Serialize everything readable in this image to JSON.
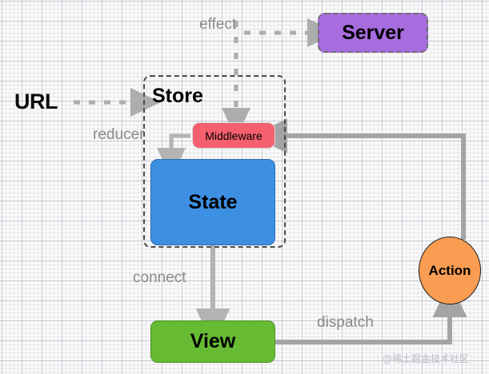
{
  "diagram": {
    "title": "Redux data flow architecture diagram",
    "background": "#fafafa",
    "grid": true,
    "nodes": [
      {
        "id": "url",
        "label": "URL",
        "shape": "text",
        "color": "#0d0d0d"
      },
      {
        "id": "server",
        "label": "Server",
        "shape": "rounded-rect-dashed",
        "color": "#A76CDD"
      },
      {
        "id": "store",
        "label": "Store",
        "shape": "group-dashed",
        "color": "transparent"
      },
      {
        "id": "middleware",
        "label": "Middleware",
        "shape": "rounded-rect",
        "color": "#F4606E"
      },
      {
        "id": "state",
        "label": "State",
        "shape": "rounded-rect",
        "color": "#3D8FE2"
      },
      {
        "id": "view",
        "label": "View",
        "shape": "rounded-rect",
        "color": "#66BB33"
      },
      {
        "id": "action",
        "label": "Action",
        "shape": "circle",
        "color": "#F99D52"
      }
    ],
    "edges": [
      {
        "id": "url-store",
        "label": "",
        "from": "url",
        "to": "store",
        "style": "dashed",
        "color": "#a9a9a9"
      },
      {
        "id": "effect-server",
        "label": "effect",
        "from": "middleware",
        "to": "server",
        "style": "dashed",
        "color": "#a9a9a9"
      },
      {
        "id": "effect-middleware",
        "label": "",
        "from": "effect",
        "to": "middleware",
        "style": "dashed",
        "color": "#a9a9a9"
      },
      {
        "id": "reducer",
        "label": "reducer",
        "from": "middleware",
        "to": "state",
        "style": "solid",
        "color": "#b3b3b3"
      },
      {
        "id": "connect",
        "label": "connect",
        "from": "state",
        "to": "view",
        "style": "solid",
        "color": "#b3b3b3"
      },
      {
        "id": "dispatch",
        "label": "dispatch",
        "from": "view",
        "to": "action",
        "style": "solid",
        "color": "#9e9e9e"
      },
      {
        "id": "action-middleware",
        "label": "",
        "from": "action",
        "to": "middleware",
        "style": "solid",
        "color": "#9e9e9e"
      }
    ],
    "labels": {
      "url": "URL",
      "store": "Store",
      "server": "Server",
      "middleware": "Middleware",
      "state": "State",
      "view": "View",
      "action": "Action",
      "effect": "effect",
      "reducer": "reducer",
      "connect": "connect",
      "dispatch": "dispatch"
    },
    "watermark": "@稀土掘金技术社区"
  }
}
